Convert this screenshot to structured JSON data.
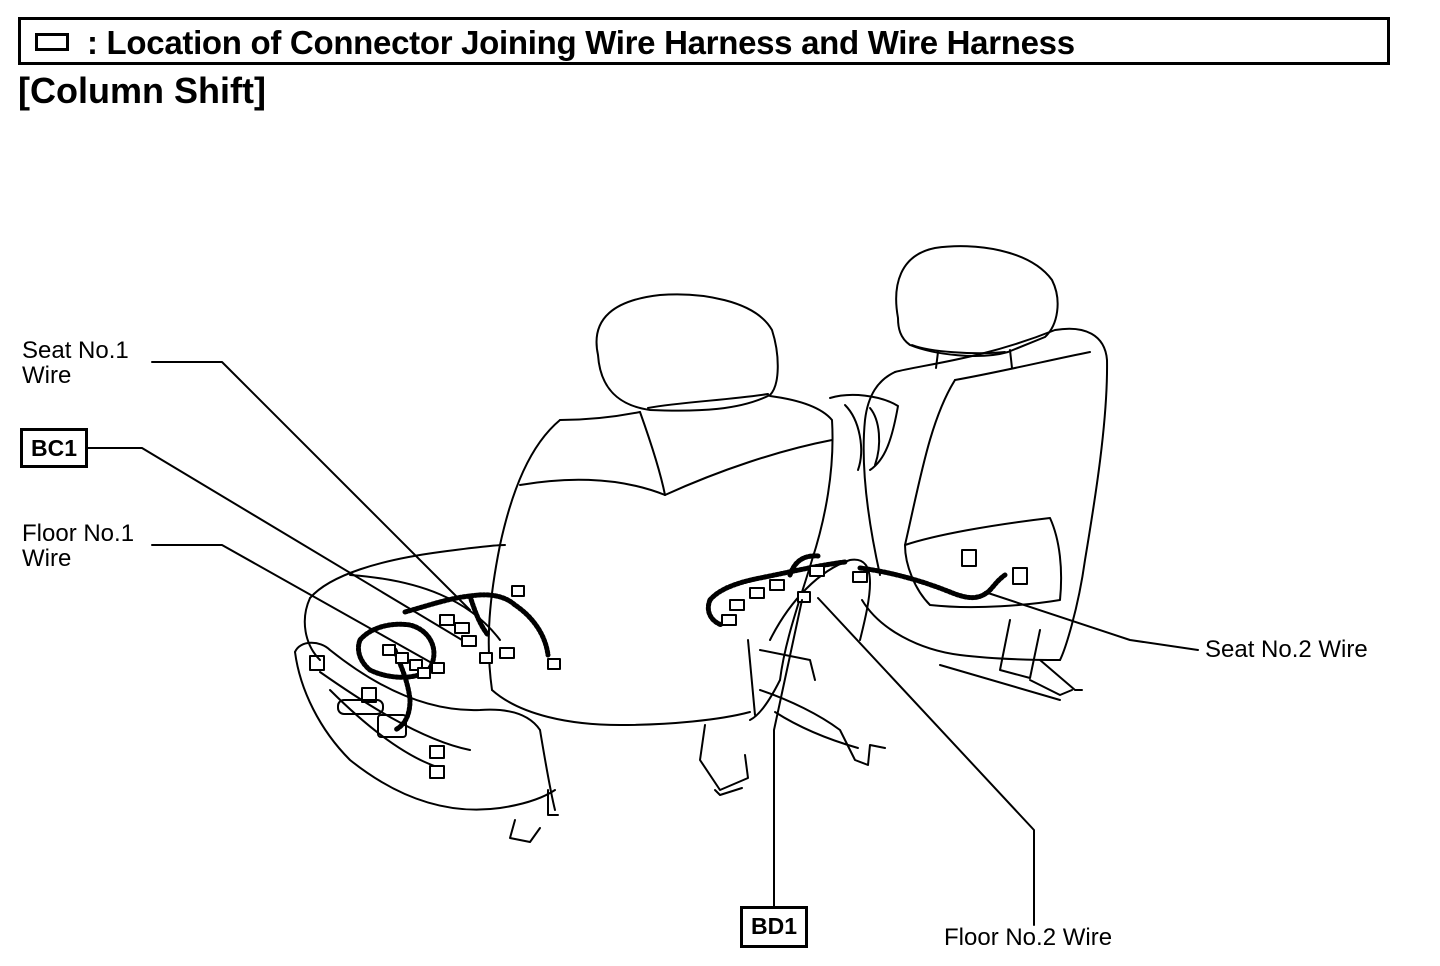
{
  "header": {
    "legend_icon": "connector-box-icon",
    "title": ": Location of Connector Joining Wire Harness and Wire Harness"
  },
  "subtitle": "[Column Shift]",
  "labels": {
    "seat_no1": [
      "Seat No.1",
      "Wire"
    ],
    "floor_no1": [
      "Floor No.1",
      "Wire"
    ],
    "seat_no2": "Seat No.2 Wire",
    "floor_no2": "Floor No.2 Wire"
  },
  "connectors": {
    "bc1": "BC1",
    "bd1": "BD1"
  },
  "colors": {
    "ink": "#000000",
    "paper": "#ffffff"
  }
}
